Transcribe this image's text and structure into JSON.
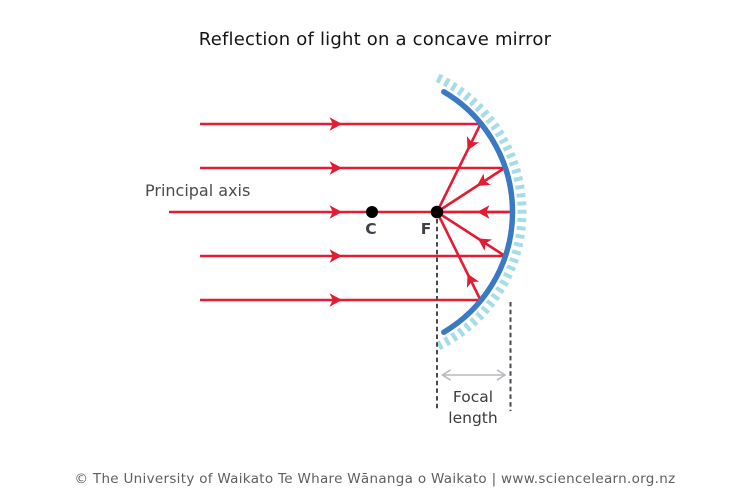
{
  "title": "Reflection of light on a concave mirror",
  "diagram": {
    "principal_axis_label": "Principal axis",
    "center_of_curvature_label": "C",
    "focal_point_label": "F",
    "focal_length_label": [
      "Focal",
      "length"
    ],
    "colors": {
      "ray": "#e31c33",
      "mirror": "#3a79c4",
      "mirror_hatch": "#a6dce8",
      "point": "#000000",
      "dashed_guide": "#4a4a4a",
      "measure_arrow": "#b9b9c1",
      "label_text": "#4a4a50"
    }
  },
  "footer": {
    "text": "© The University of Waikato Te Whare Wānanga o Waikato | www.sciencelearn.org.nz"
  }
}
